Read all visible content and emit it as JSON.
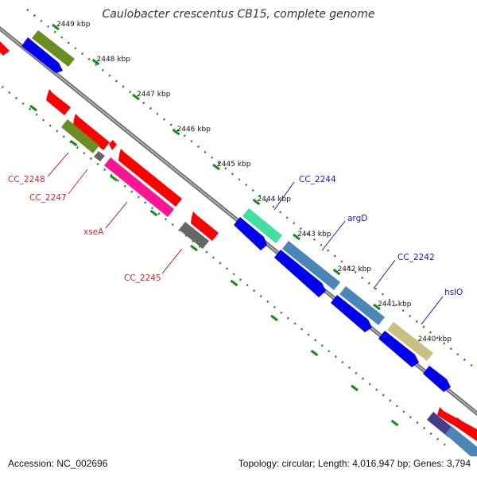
{
  "title": "Caulobacter crescentus CB15, complete genome",
  "footer": {
    "accession": "Accession: NC_002696",
    "topology": "Topology: circular; Length: 4,016,947 bp; Genes: 3,794"
  },
  "colors": {
    "backbone": "#7a7a7a",
    "tick_dots": "#1a8a1a",
    "forward_label": "#1515cc",
    "reverse_label": "#dd2222",
    "red": "#ff0000",
    "blue": "#0000ee",
    "olive": "#6b8e23",
    "gray": "#666666",
    "magenta": "#ff1493",
    "steelblue": "#4a86b8",
    "aquamarine": "#40e0a0",
    "khaki": "#c8c080",
    "slate": "#483d8b"
  },
  "ticks": [
    {
      "label": "2449 kbp"
    },
    {
      "label": "2448 kbp"
    },
    {
      "label": "2447 kbp"
    },
    {
      "label": "2446 kbp"
    },
    {
      "label": "2445 kbp"
    },
    {
      "label": "2444 kbp"
    },
    {
      "label": "2443 kbp"
    },
    {
      "label": "2442 kbp"
    },
    {
      "label": "2441 kbp"
    },
    {
      "label": "2440 kbp"
    }
  ],
  "gene_labels": [
    {
      "label": "CC_2248",
      "color": "#dd2222"
    },
    {
      "label": "CC_2247",
      "color": "#dd2222"
    },
    {
      "label": "xseA",
      "color": "#dd2222"
    },
    {
      "label": "CC_2245",
      "color": "#dd2222"
    },
    {
      "label": "CC_2244",
      "color": "#1515cc"
    },
    {
      "label": "argD",
      "color": "#1515cc"
    },
    {
      "label": "CC_2242",
      "color": "#1515cc"
    },
    {
      "label": "hslO",
      "color": "#1515cc"
    }
  ]
}
